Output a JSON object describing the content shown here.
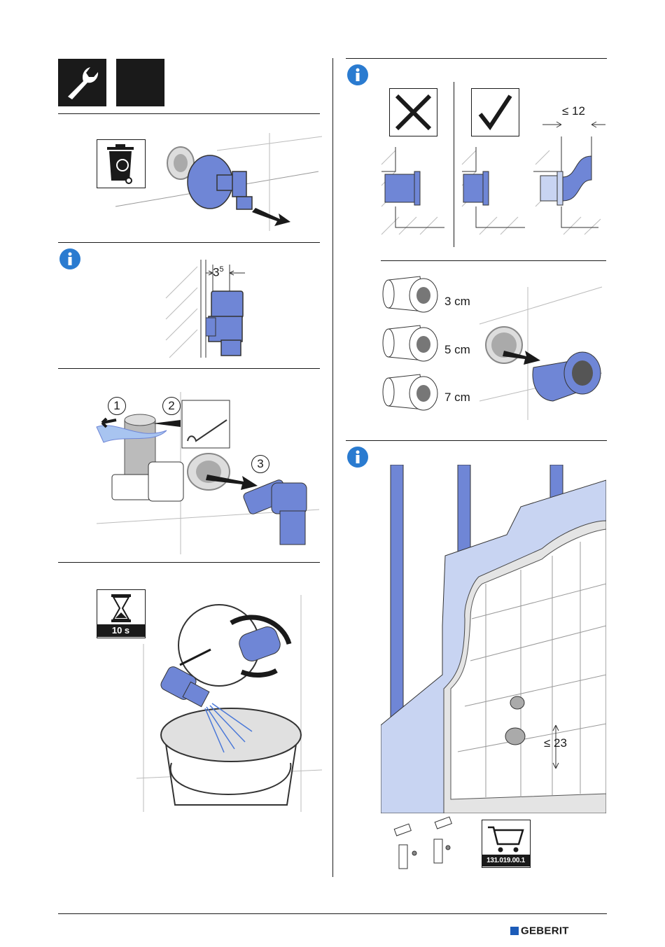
{
  "brand": {
    "logo_text": "GEBERIT",
    "color": "#1c5bb8"
  },
  "colors": {
    "accent_blue": "#6f86d6",
    "info_blue": "#2a7bd0",
    "dark": "#1a1a1a"
  },
  "left_column": {
    "header_icons": [
      "wrench-icon",
      "blank-tool-icon"
    ],
    "step_recycle": {
      "icon": "recycle-bin-icon"
    },
    "step_dimension": {
      "info_icon": "info-icon",
      "dimension": "3",
      "dimension_sup": "5"
    },
    "step_sealing": {
      "callout_1": "1",
      "callout_2": "2",
      "callout_3": "3"
    },
    "step_flush": {
      "icon": "hourglass-icon",
      "time_label": "10 s"
    }
  },
  "right_column": {
    "top_panel": {
      "info_icon": "info-icon",
      "wrong_icon": "cross-icon",
      "right_icon": "check-icon",
      "max_offset": "≤ 12"
    },
    "extension_panel": {
      "lengths": [
        "3 cm",
        "5 cm",
        "7 cm"
      ]
    },
    "wall_panel": {
      "info_icon": "info-icon",
      "max_depth": "≤ 23",
      "cart_icon": "shopping-cart-icon",
      "article_number": "131.019.00.1"
    }
  }
}
